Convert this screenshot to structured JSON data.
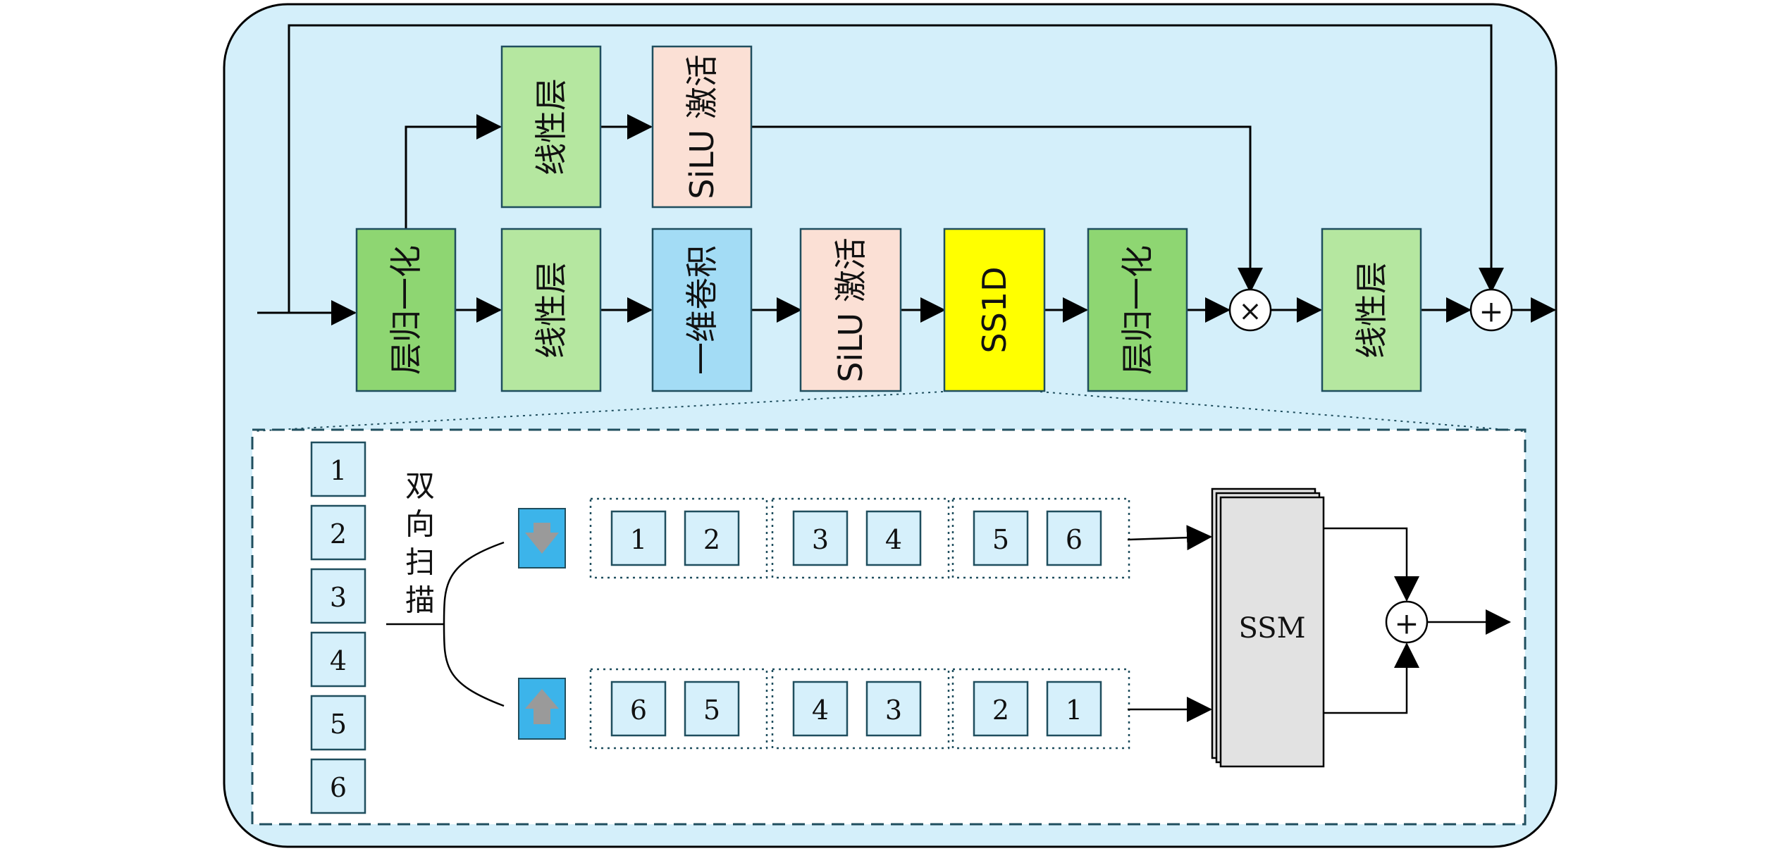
{
  "top_row": {
    "layernorm_1": "层归一化",
    "linear_1": "线性层",
    "conv1d": "一维卷积",
    "silu_1": "SiLU 激活",
    "ss1d": "SS1D",
    "layernorm_2": "层归一化",
    "linear_out": "线性层"
  },
  "branch_row": {
    "linear_2": "线性层",
    "silu_2": "SiLU 激活"
  },
  "operators": {
    "multiply": "×",
    "add_residual": "+",
    "add_ssm": "+"
  },
  "detail": {
    "sequence": [
      "1",
      "2",
      "3",
      "4",
      "5",
      "6"
    ],
    "scan_label": [
      "双",
      "向",
      "扫",
      "描"
    ],
    "forward_groups": [
      [
        "1",
        "2"
      ],
      [
        "3",
        "4"
      ],
      [
        "5",
        "6"
      ]
    ],
    "backward_groups": [
      [
        "6",
        "5"
      ],
      [
        "4",
        "3"
      ],
      [
        "2",
        "1"
      ]
    ],
    "ssm_label": "SSM"
  },
  "colors": {
    "background_panel": "#d4effa",
    "layernorm": "#8ed672",
    "linear": "#b5e7a0",
    "conv": "#a3dcf5",
    "silu": "#fbe0d5",
    "ss1d": "#ffff00",
    "token": "#d6f0fb",
    "scan_arrow": "#3cb4ea",
    "ssm": "#e2e2e2",
    "stroke": "#1f4e5e"
  }
}
